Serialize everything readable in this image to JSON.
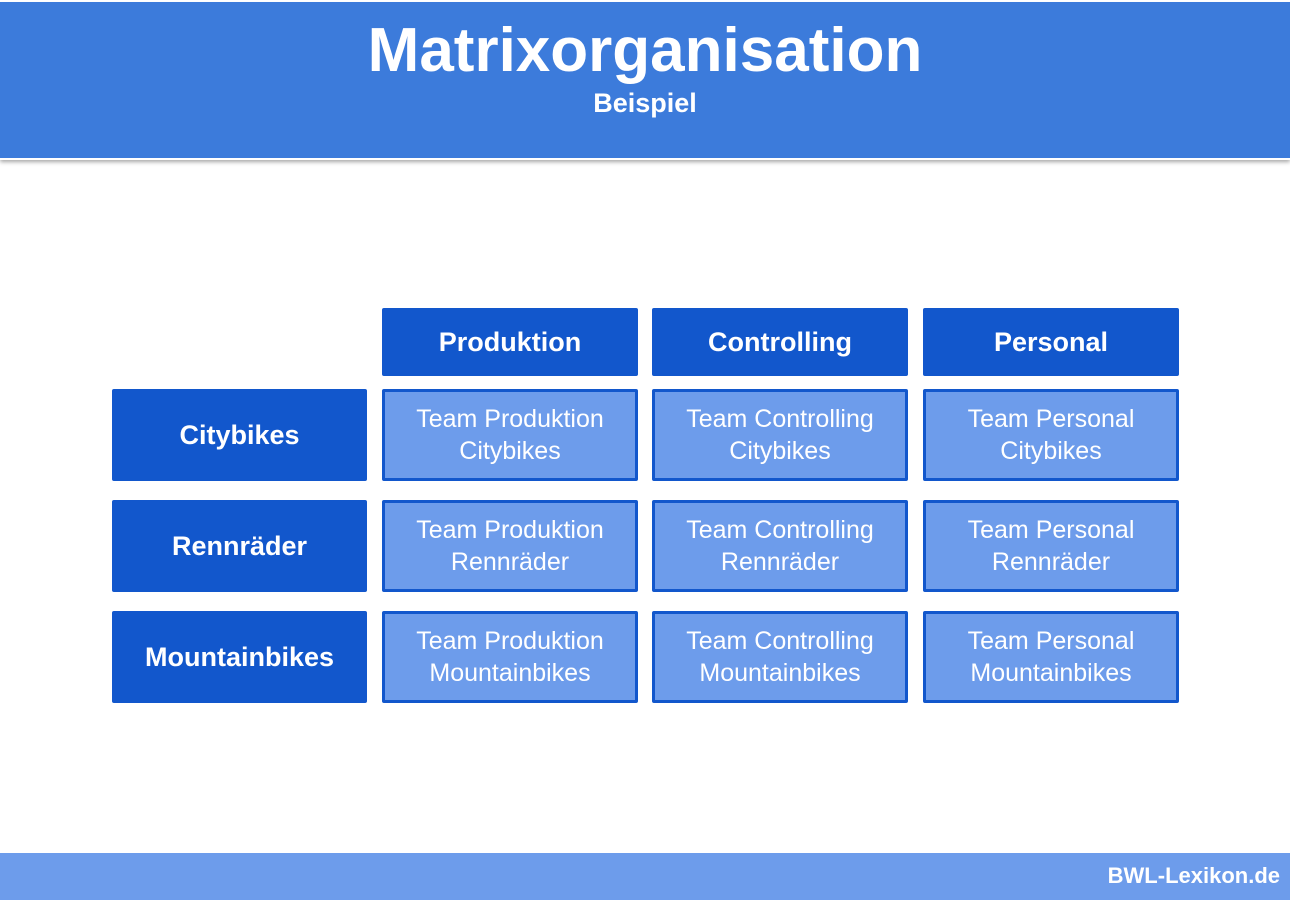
{
  "header": {
    "title": "Matrixorganisation",
    "subtitle": "Beispiel"
  },
  "columns": [
    "Produktion",
    "Controlling",
    "Personal"
  ],
  "rows": [
    "Citybikes",
    "Rennräder",
    "Mountainbikes"
  ],
  "cells": [
    [
      [
        "Team Produktion",
        "Citybikes"
      ],
      [
        "Team Controlling",
        "Citybikes"
      ],
      [
        "Team Personal",
        "Citybikes"
      ]
    ],
    [
      [
        "Team Produktion",
        "Rennräder"
      ],
      [
        "Team Controlling",
        "Rennräder"
      ],
      [
        "Team Personal",
        "Rennräder"
      ]
    ],
    [
      [
        "Team Produktion",
        "Mountainbikes"
      ],
      [
        "Team Controlling",
        "Mountainbikes"
      ],
      [
        "Team Personal",
        "Mountainbikes"
      ]
    ]
  ],
  "footer": {
    "brand": "BWL-Lexikon.de"
  },
  "colors": {
    "header": "#3c7bdb",
    "dark": "#1257cc",
    "light": "#6d9ceb"
  }
}
